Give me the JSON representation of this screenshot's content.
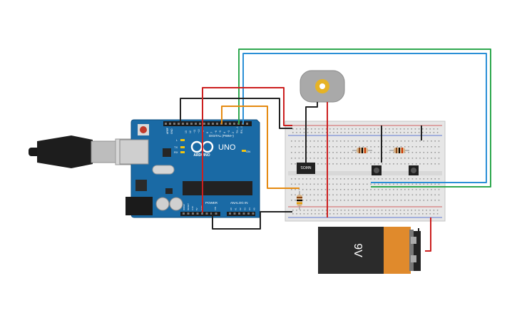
{
  "board": {
    "logo_text": "ARDUINO",
    "model": "UNO",
    "digital_header_label": "DIGITAL (PWM~)",
    "power_label": "POWER",
    "analog_label": "ANALOG IN",
    "tx_label": "TX",
    "rx_label": "RX",
    "l_label": "L",
    "on_label": "ON",
    "aref_label": "AREF",
    "gnd_label": "GND",
    "ioref_label": "IOREF",
    "reset_label": "RESET",
    "v33_label": "3.3V",
    "v5_label": "5V",
    "vin_label": "VIN",
    "a_labels": [
      "A0",
      "A1",
      "A2",
      "A3",
      "A4",
      "A5"
    ],
    "digital_pin_labels": [
      "13",
      "12",
      "~11",
      "~10",
      "~9",
      "8",
      "7",
      "~6",
      "~5",
      "4",
      "~3",
      "2",
      "TX→1",
      "RX←0"
    ]
  },
  "mosfet": {
    "label": "NMOS"
  },
  "battery": {
    "label": "9V"
  },
  "colors": {
    "wire_black": "#222222",
    "wire_red": "#cc1f1f",
    "wire_green": "#2fa84f",
    "wire_blue": "#2a8fd6",
    "wire_orange": "#e58a10",
    "board": "#1a6aa5",
    "breadboard": "#e6e6e6",
    "battery_orange": "#e08a2c",
    "battery_black": "#2b2b2b"
  }
}
